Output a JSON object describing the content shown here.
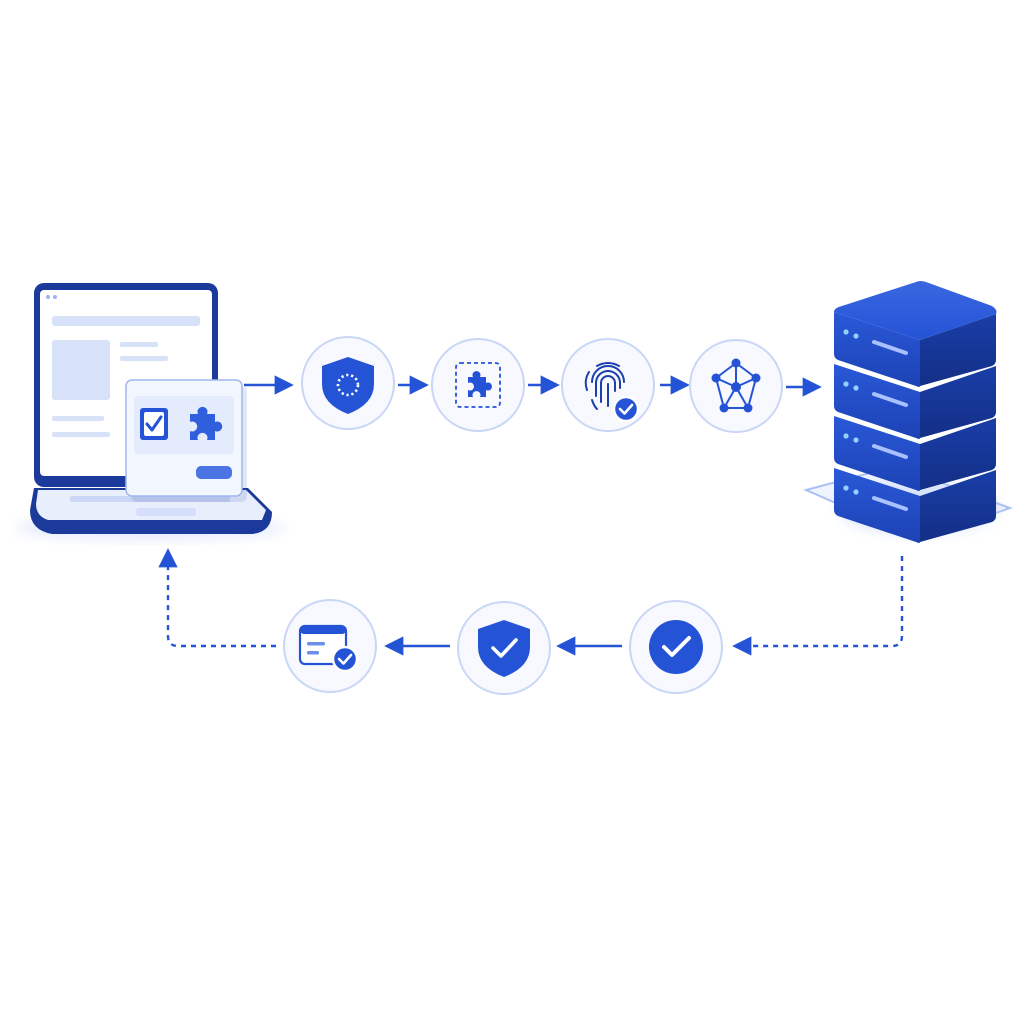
{
  "diagram": {
    "kind": "client-server verification flow",
    "colors": {
      "primary": "#2453d6",
      "primary_dark": "#17358f",
      "primary_light": "#5a82ee",
      "node_fill": "#f7f9ff",
      "node_stroke": "#c9d6f6",
      "soft_fill": "#e4ebfb",
      "background": "#ffffff"
    },
    "client": {
      "device": "laptop-icon",
      "screen_widget": [
        "checkbox-checked-icon",
        "puzzle-piece-icon",
        "action-button"
      ]
    },
    "server": {
      "device": "server-stack-icon",
      "units": 4
    },
    "request_flow": {
      "direction": "client-to-server",
      "line_style": "solid",
      "steps": [
        {
          "id": "shield-ring",
          "icon": "shield-ring-icon"
        },
        {
          "id": "puzzle-check",
          "icon": "puzzle-dashed-icon"
        },
        {
          "id": "fingerprint-verify",
          "icon": "fingerprint-check-icon"
        },
        {
          "id": "network-graph",
          "icon": "network-graph-icon"
        }
      ]
    },
    "response_flow": {
      "direction": "server-to-client",
      "line_style": "dashed-and-solid",
      "steps": [
        {
          "id": "confirmed",
          "icon": "check-circle-icon"
        },
        {
          "id": "shield-check",
          "icon": "shield-check-icon"
        },
        {
          "id": "verified-card",
          "icon": "card-check-icon"
        }
      ]
    }
  }
}
